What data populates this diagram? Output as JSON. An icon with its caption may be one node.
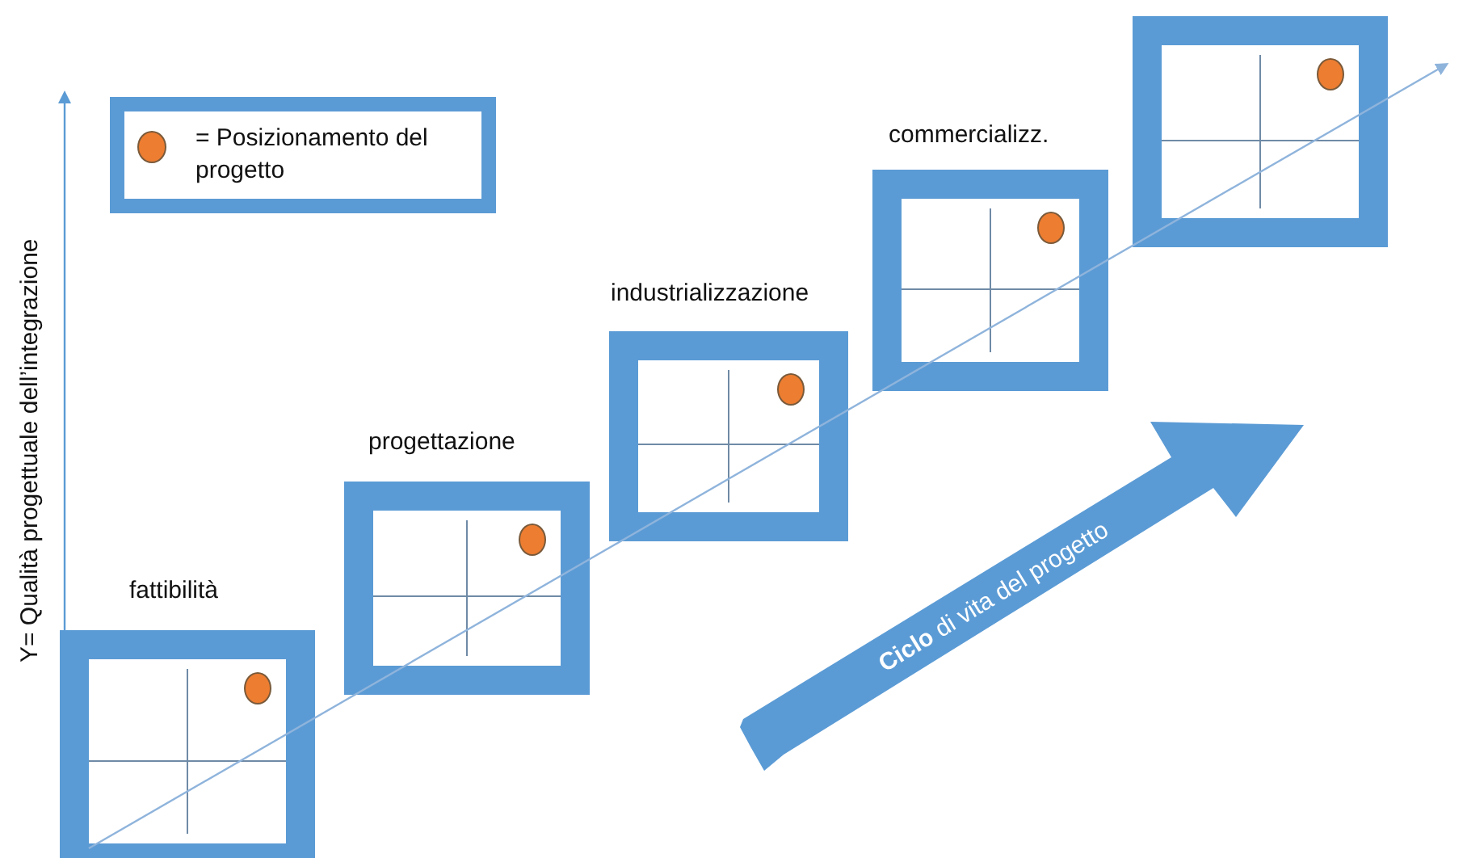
{
  "diagram": {
    "nodes": [
      {
        "text": [
          "fattibilità"
        ]
      },
      {
        "text": [
          "progettazione"
        ]
      },
      {
        "text": [
          "industrializzazione"
        ]
      },
      {
        "text": [
          "commercializz."
        ]
      },
      {
        "text": [],
        "shape": "box"
      },
      {
        "text": [
          "**Ciclo** di vita del progetto"
        ]
      }
    ],
    "labels": [
      "Y= Qualità progettuale dell’integrazione"
    ],
    "legend": [
      {
        "text": "= Posizionamento del progetto",
        "color": "#ed7d31"
      }
    ]
  }
}
